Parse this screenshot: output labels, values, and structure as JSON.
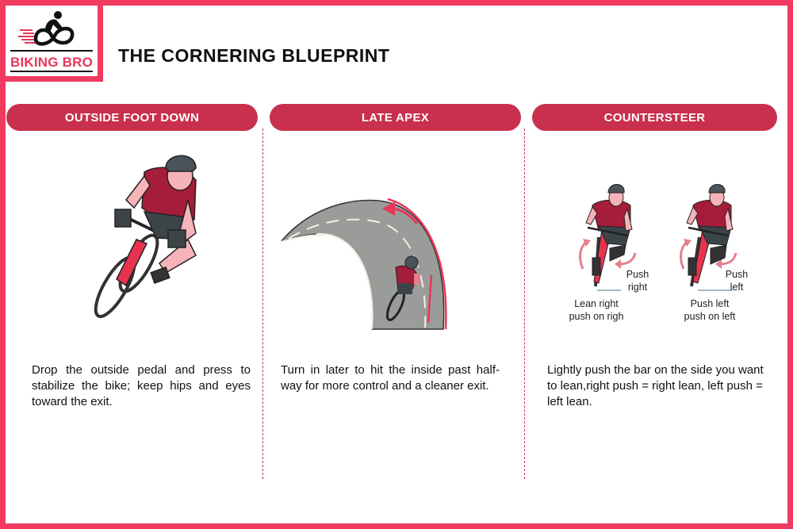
{
  "brand": {
    "logo_text": "BIKING BRO",
    "accent_color": "#f03a5f",
    "header_color": "#c8304d"
  },
  "page": {
    "title": "THE CORNERING BLUEPRINT"
  },
  "columns": [
    {
      "header": "OUTSIDE FOOT DOWN",
      "illustration": "cyclist-leaning-outside-foot-down",
      "description": "Drop the outside pedal and press to stabilize the bike; keep hips and eyes toward the exit."
    },
    {
      "header": "LATE APEX",
      "illustration": "cyclist-on-curved-road-with-arrow",
      "description": "Turn in later to hit the inside past half-way for more control and a cleaner exit."
    },
    {
      "header": "COUNTERSTEER",
      "illustration": "two-cyclists-countersteering",
      "description": "Lightly push the bar on the side you want to lean,right push = right lean, left push = left lean.",
      "figures": [
        {
          "push_label_1": "Push",
          "push_label_2": "right",
          "caption_1": "Lean right",
          "caption_2": "push on righ"
        },
        {
          "push_label_1": "Push",
          "push_label_2": "left",
          "caption_1": "Push left",
          "caption_2": "push on left"
        }
      ]
    }
  ]
}
